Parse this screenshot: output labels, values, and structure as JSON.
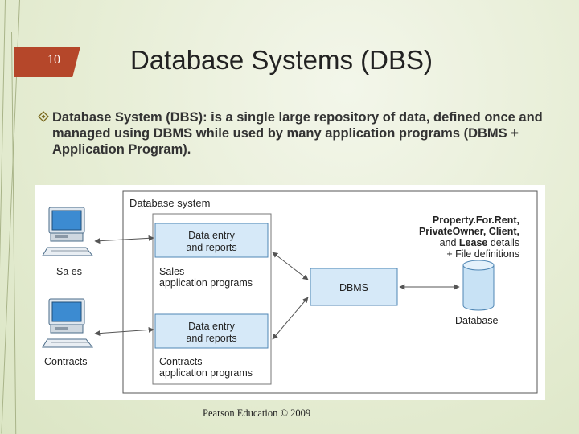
{
  "slide": {
    "number": "10",
    "title": "Database Systems (DBS)",
    "bullet": "Database System (DBS): is a single large repository of data, defined once and managed using DBMS while used by many application programs (DBMS + Application Program).",
    "caption": "Pearson Education © 2009"
  },
  "diagram": {
    "system_label": "Database system",
    "data_entry_top": [
      "Data entry",
      "and reports"
    ],
    "sales_app": [
      "Sales",
      "application programs"
    ],
    "data_entry_bottom": [
      "Data entry",
      "and reports"
    ],
    "contracts_app": [
      "Contracts",
      "application programs"
    ],
    "dbms": "DBMS",
    "details": [
      "Property.For.Rent,",
      "PrivateOwner, Client,",
      "and",
      "Lease",
      "details",
      "+ File definitions"
    ],
    "database": "Database",
    "terminal_top_label": "Sa es",
    "terminal_bottom_label": "Contracts",
    "colors": {
      "box_fill": "#d6e9f8",
      "box_stroke": "#4f86b4",
      "screen": "#3c8bd1",
      "cylinder": "#c8e2f5"
    }
  }
}
